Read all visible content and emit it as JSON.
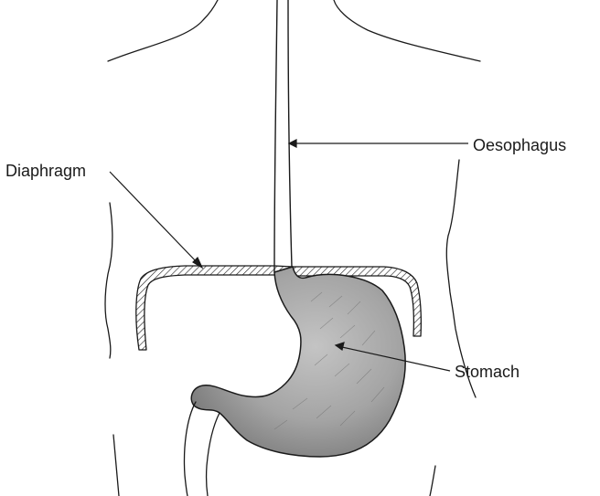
{
  "labels": {
    "diaphragm": "Diaphragm",
    "oesophagus": "Oesophagus",
    "stomach": "Stomach"
  },
  "colors": {
    "outline": "#1a1a1a",
    "stomach_fill": "#9a9a9a",
    "stomach_highlight": "#c4c4c4",
    "background": "#ffffff"
  }
}
